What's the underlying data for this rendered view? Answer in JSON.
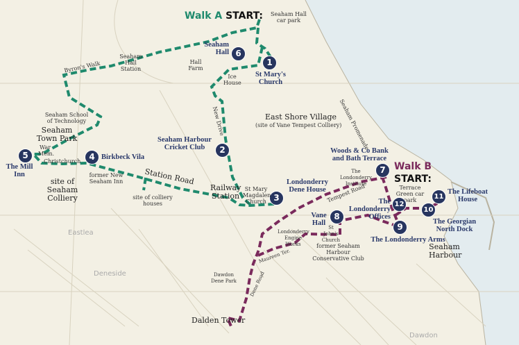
{
  "colors": {
    "walk_a": "#1f8a6d",
    "walk_b": "#7a2a5c",
    "stop": "#27355f",
    "land": "#f3f0e4",
    "sea": "#e3ecef"
  },
  "walk_a": {
    "title": "Walk A",
    "start": "START:",
    "start_place": "Seaham Hall car park"
  },
  "walk_b": {
    "title": "Walk B",
    "start": "START:",
    "start_place": "Terrace Green car park"
  },
  "stops": [
    {
      "n": "1",
      "name": "St Mary's Church"
    },
    {
      "n": "2",
      "name": "Seaham Harbour Cricket Club"
    },
    {
      "n": "3",
      "name": "Londonderry Dene House"
    },
    {
      "n": "4",
      "name": "Birkbeck Vila"
    },
    {
      "n": "5",
      "name": "The Mill Inn"
    },
    {
      "n": "6",
      "name": "Seaham Hall"
    },
    {
      "n": "7",
      "name": "Woods & Co Bank and Bath Terrace"
    },
    {
      "n": "8",
      "name": "Vane Hall"
    },
    {
      "n": "9",
      "name": "The Londonderry Arms"
    },
    {
      "n": "10",
      "name": "The Georgian North Dock"
    },
    {
      "n": "11",
      "name": "The Lifeboat House"
    },
    {
      "n": "12",
      "name": "The Londonderry Offices"
    }
  ],
  "labels": {
    "byrons_walk": "Byron's Walk",
    "hall_station": "Seaham Hall Station",
    "hall_farm": "Hall Farm",
    "ice_house": "Ice House",
    "new_drive": "New Drive",
    "east_shore": "East Shore Village",
    "east_shore_sub": "(site of Vane Tempest Colliery)",
    "promenade": "Seaham Promenade",
    "school": "Seaham School of Technology",
    "town_park": "Seaham Town Park",
    "war_mem": "War Mem.",
    "christchurch": "Christchurch",
    "seaham_colliery": "site of Seaham Colliery",
    "new_seaham_inn": "former New Seaham Inn",
    "station_road": "Station Road",
    "colliery_houses": "site of colliery houses",
    "railway_station": "Railway Station",
    "st_mary_magdalen": "St Mary Magdalen Church",
    "institute": "The Londonderry Institute",
    "tempest_road": "Tempest Road",
    "st_johns": "St John's Church",
    "engine_works": "Londonderry Engine Works",
    "conservative_club": "former Seaham Harbour Conservative Club",
    "maureen_ter": "Maureen Ter.",
    "dawdon_dene": "Dawdon Dene Park",
    "dene_road": "Dene Road",
    "dalden_tower": "Dalden Tower",
    "seaham_harbour": "Seaham Harbour",
    "eastlea": "Eastlea",
    "deneside": "Deneside",
    "dawdon": "Dawdon"
  }
}
